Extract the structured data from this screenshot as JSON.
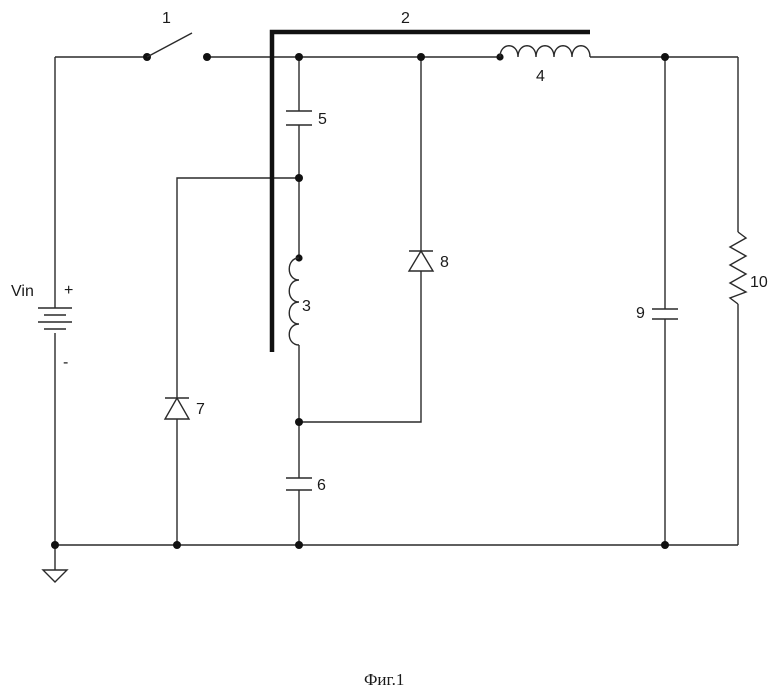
{
  "figure": {
    "caption": "Фиг.1",
    "source_label": "Vin",
    "plus_sign": "+",
    "minus_sign": "-",
    "labels": {
      "switch": "1",
      "core": "2",
      "inductor_main": "3",
      "inductor_output": "4",
      "capacitor_top": "5",
      "capacitor_bottom": "6",
      "diode_left": "7",
      "diode_middle": "8",
      "capacitor_output": "9",
      "resistor_load": "10"
    }
  },
  "colors": {
    "ink": "#1a1a1a",
    "background": "#ffffff"
  }
}
